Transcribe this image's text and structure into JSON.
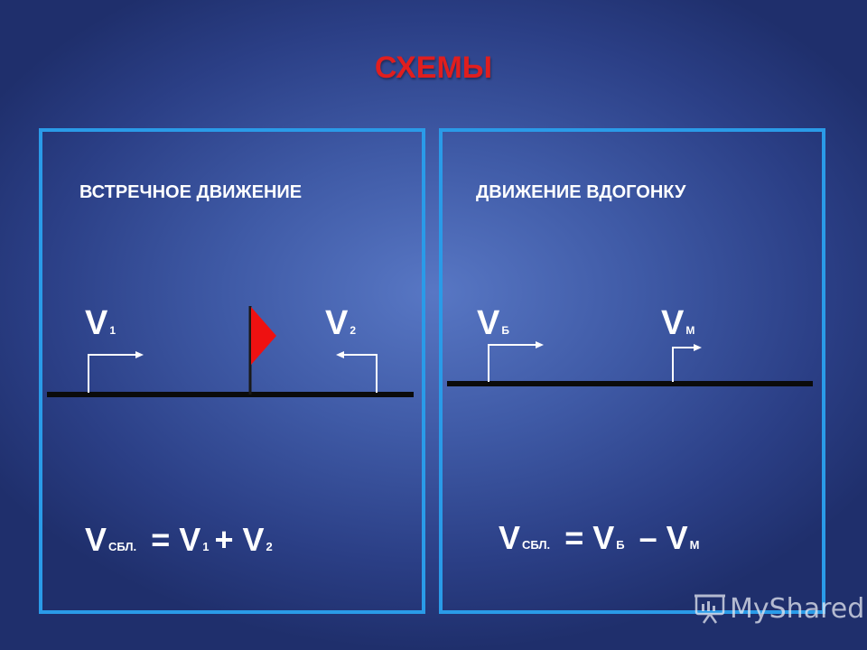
{
  "title": "СХЕМЫ",
  "left_panel": {
    "heading": "ВСТРЕЧНОЕ ДВИЖЕНИЕ",
    "v1": {
      "main": "V",
      "sub": "1"
    },
    "v2": {
      "main": "V",
      "sub": "2"
    },
    "formula": {
      "lhs_main": "V",
      "lhs_sub": "СБЛ.",
      "eq": "=",
      "t1_main": "V",
      "t1_sub": "1",
      "op": "+",
      "t2_main": "V",
      "t2_sub": "2"
    }
  },
  "right_panel": {
    "heading": "ДВИЖЕНИЕ ВДОГОНКУ",
    "vb": {
      "main": "V",
      "sub": "Б"
    },
    "vm": {
      "main": "V",
      "sub": "М"
    },
    "formula": {
      "lhs_main": "V",
      "lhs_sub": "СБЛ.",
      "eq": "=",
      "t1_main": "V",
      "t1_sub": "Б",
      "op": "–",
      "t2_main": "V",
      "t2_sub": "М"
    }
  },
  "watermark": {
    "text": "MyShared",
    "icon": "presentation-board-icon"
  },
  "colors": {
    "title": "#e01e1e",
    "panel_border": "#2a9be8",
    "flag": "#ee1111",
    "road": "#0b0b0b",
    "arrow": "#ffffff"
  }
}
